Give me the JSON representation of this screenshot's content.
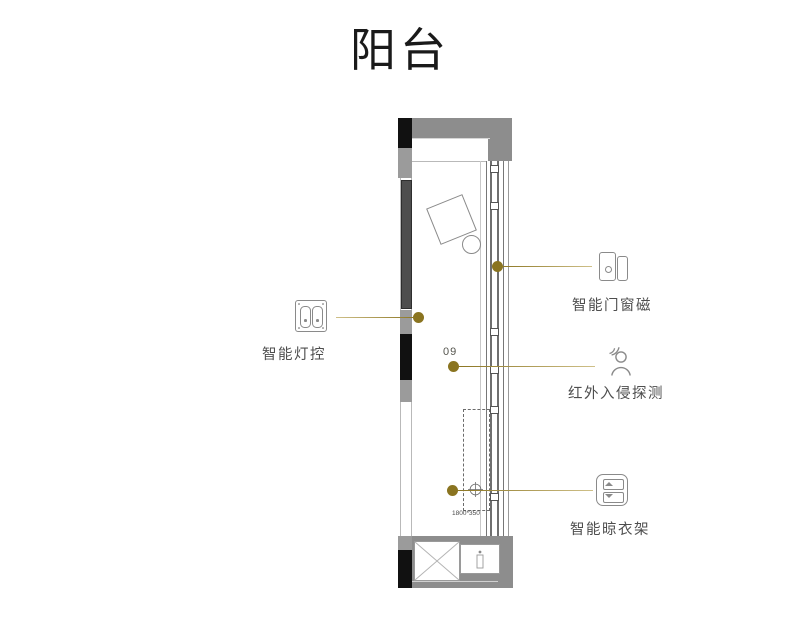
{
  "page": {
    "title": "阳台",
    "background": "#ffffff"
  },
  "colors": {
    "accent": "#8a7420",
    "wall_gray": "#8d8d8d",
    "wall_black": "#111111",
    "text": "#4e4e4e",
    "outline": "#8a8a8a"
  },
  "plan": {
    "room_tag": "09",
    "dimension_label": "1800*350",
    "furniture": [
      {
        "name": "tilted-table",
        "shape": "square-rotated"
      },
      {
        "name": "round-stool",
        "shape": "circle"
      },
      {
        "name": "drying-rack-footprint",
        "shape": "dashed-rectangle"
      },
      {
        "name": "washing-machine",
        "shape": "square-crossed"
      },
      {
        "name": "sink",
        "shape": "rectangle"
      }
    ]
  },
  "annotations": [
    {
      "id": "smart-light-control",
      "label": "智能灯控",
      "icon": "light-switch-icon",
      "side": "left"
    },
    {
      "id": "smart-door-window-sensor",
      "label": "智能门窗磁",
      "icon": "door-window-sensor-icon",
      "side": "right"
    },
    {
      "id": "infrared-intrusion-detector",
      "label": "红外入侵探测",
      "icon": "infrared-human-sensor-icon",
      "side": "right"
    },
    {
      "id": "smart-drying-rack",
      "label": "智能晾衣架",
      "icon": "drying-rack-icon",
      "side": "right"
    }
  ]
}
